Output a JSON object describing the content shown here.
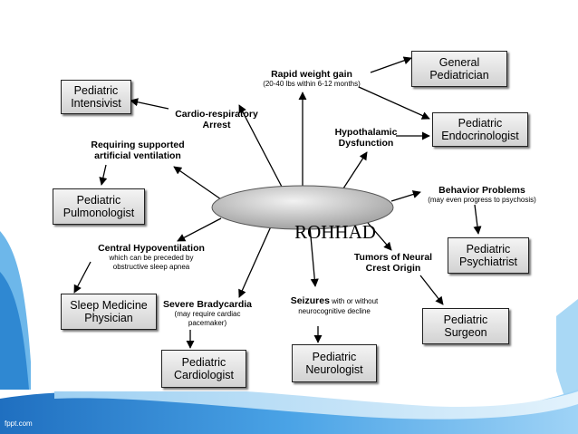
{
  "center": "ROHHAD",
  "boxes": {
    "general_pediatrician": [
      "General",
      "Pediatrician"
    ],
    "pediatric_intensivist": [
      "Pediatric",
      "Intensivist"
    ],
    "pediatric_endocrinologist": [
      "Pediatric",
      "Endocrinologist"
    ],
    "pediatric_pulmonologist": [
      "Pediatric",
      "Pulmonologist"
    ],
    "pediatric_psychiatrist": [
      "Pediatric",
      "Psychiatrist"
    ],
    "sleep_medicine_physician": [
      "Sleep Medicine",
      "Physician"
    ],
    "pediatric_surgeon": [
      "Pediatric",
      "Surgeon"
    ],
    "pediatric_cardiologist": [
      "Pediatric",
      "Cardiologist"
    ],
    "pediatric_neurologist": [
      "Pediatric",
      "Neurologist"
    ]
  },
  "labels": {
    "weight_gain": {
      "title": "Rapid weight gain",
      "sub": "(20-40 lbs within 6-12 months)"
    },
    "cardio": [
      "Cardio-respiratory",
      "Arrest"
    ],
    "hypothalamic": [
      "Hypothalamic",
      "Dysfunction"
    ],
    "ventilation": [
      "Requiring supported",
      "artificial ventilation"
    ],
    "behavior": {
      "title": "Behavior Problems",
      "sub": "(may even progress to psychosis)"
    },
    "hypovent": {
      "title": "Central Hypoventilation",
      "sub1": "which can be preceded by",
      "sub2": "obstructive sleep apnea"
    },
    "tumors": [
      "Tumors of Neural",
      "Crest Origin"
    ],
    "brady": {
      "title": "Severe Bradycardia",
      "sub1": "(may require cardiac",
      "sub2": "pacemaker)"
    },
    "seizures": {
      "title": "Seizures",
      "inline": " with or without",
      "sub": "neurocognitive decline"
    }
  },
  "footer": "fppt.com",
  "colors": {
    "deco_blue": "#2f88d2",
    "box_fill": "#dcdcdc",
    "ellipse_fill": "#bdbdbd"
  }
}
